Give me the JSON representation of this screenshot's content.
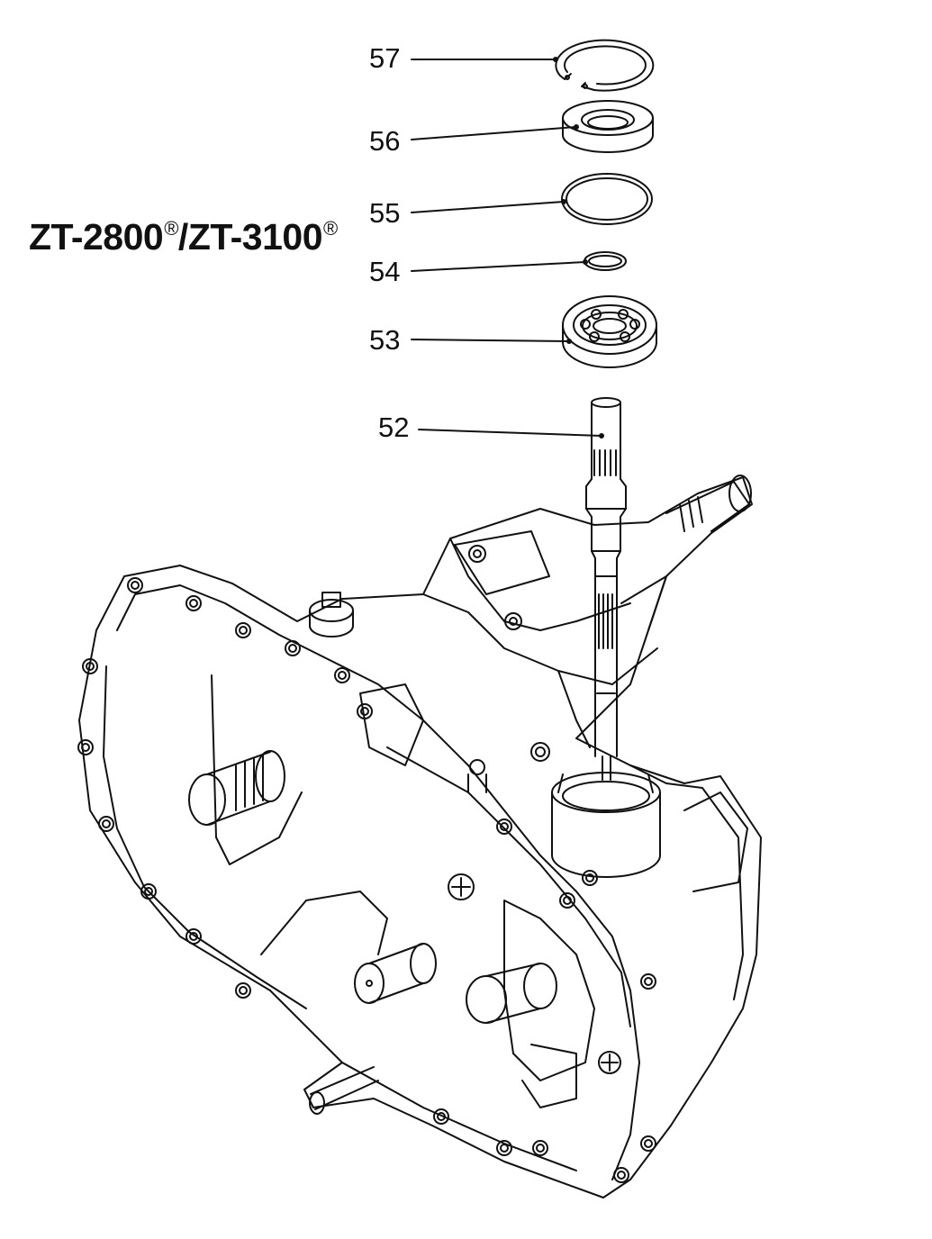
{
  "title": {
    "part1": "ZT-2800",
    "reg1": "®",
    "sep": "/",
    "part2": "ZT-3100",
    "reg2": "®"
  },
  "callouts": [
    {
      "id": "57",
      "label": "57"
    },
    {
      "id": "56",
      "label": "56"
    },
    {
      "id": "55",
      "label": "55"
    },
    {
      "id": "54",
      "label": "54"
    },
    {
      "id": "53",
      "label": "53"
    },
    {
      "id": "52",
      "label": "52"
    }
  ]
}
